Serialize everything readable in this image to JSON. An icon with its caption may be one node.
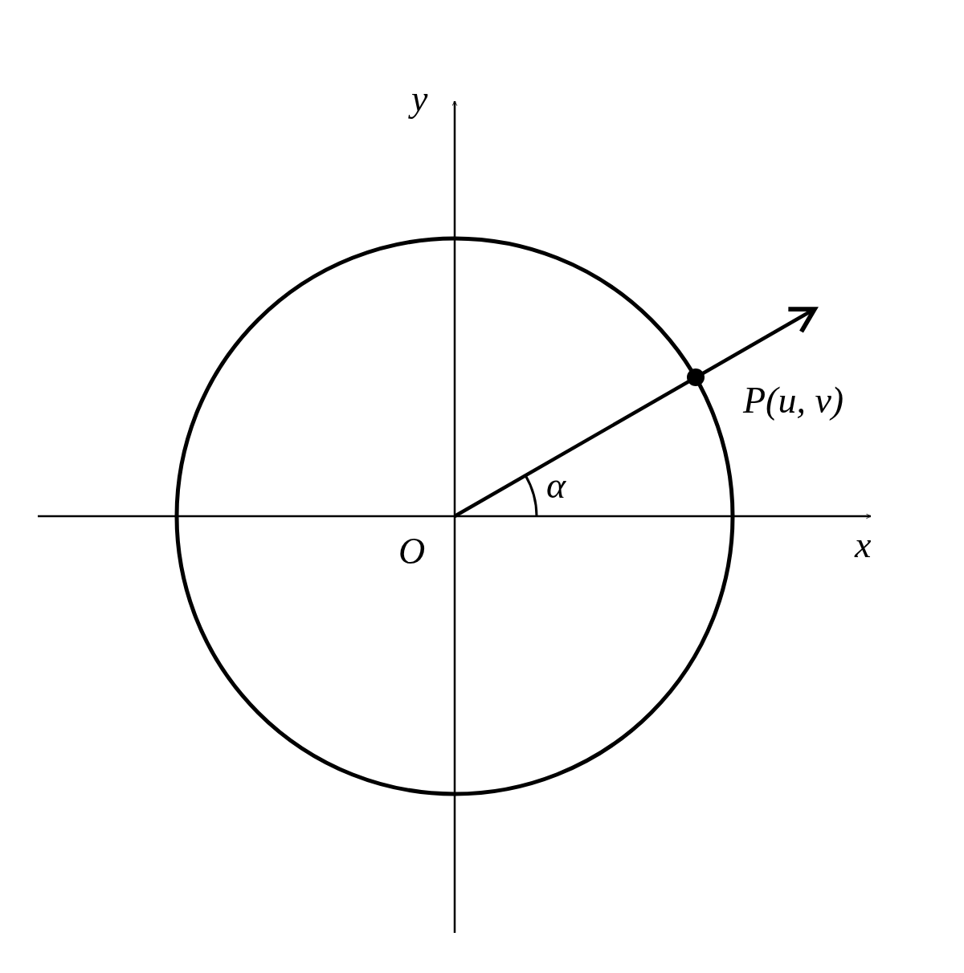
{
  "diagram": {
    "labels": [
      "y",
      "α",
      "P(u, v)",
      "O",
      "x"
    ]
  }
}
